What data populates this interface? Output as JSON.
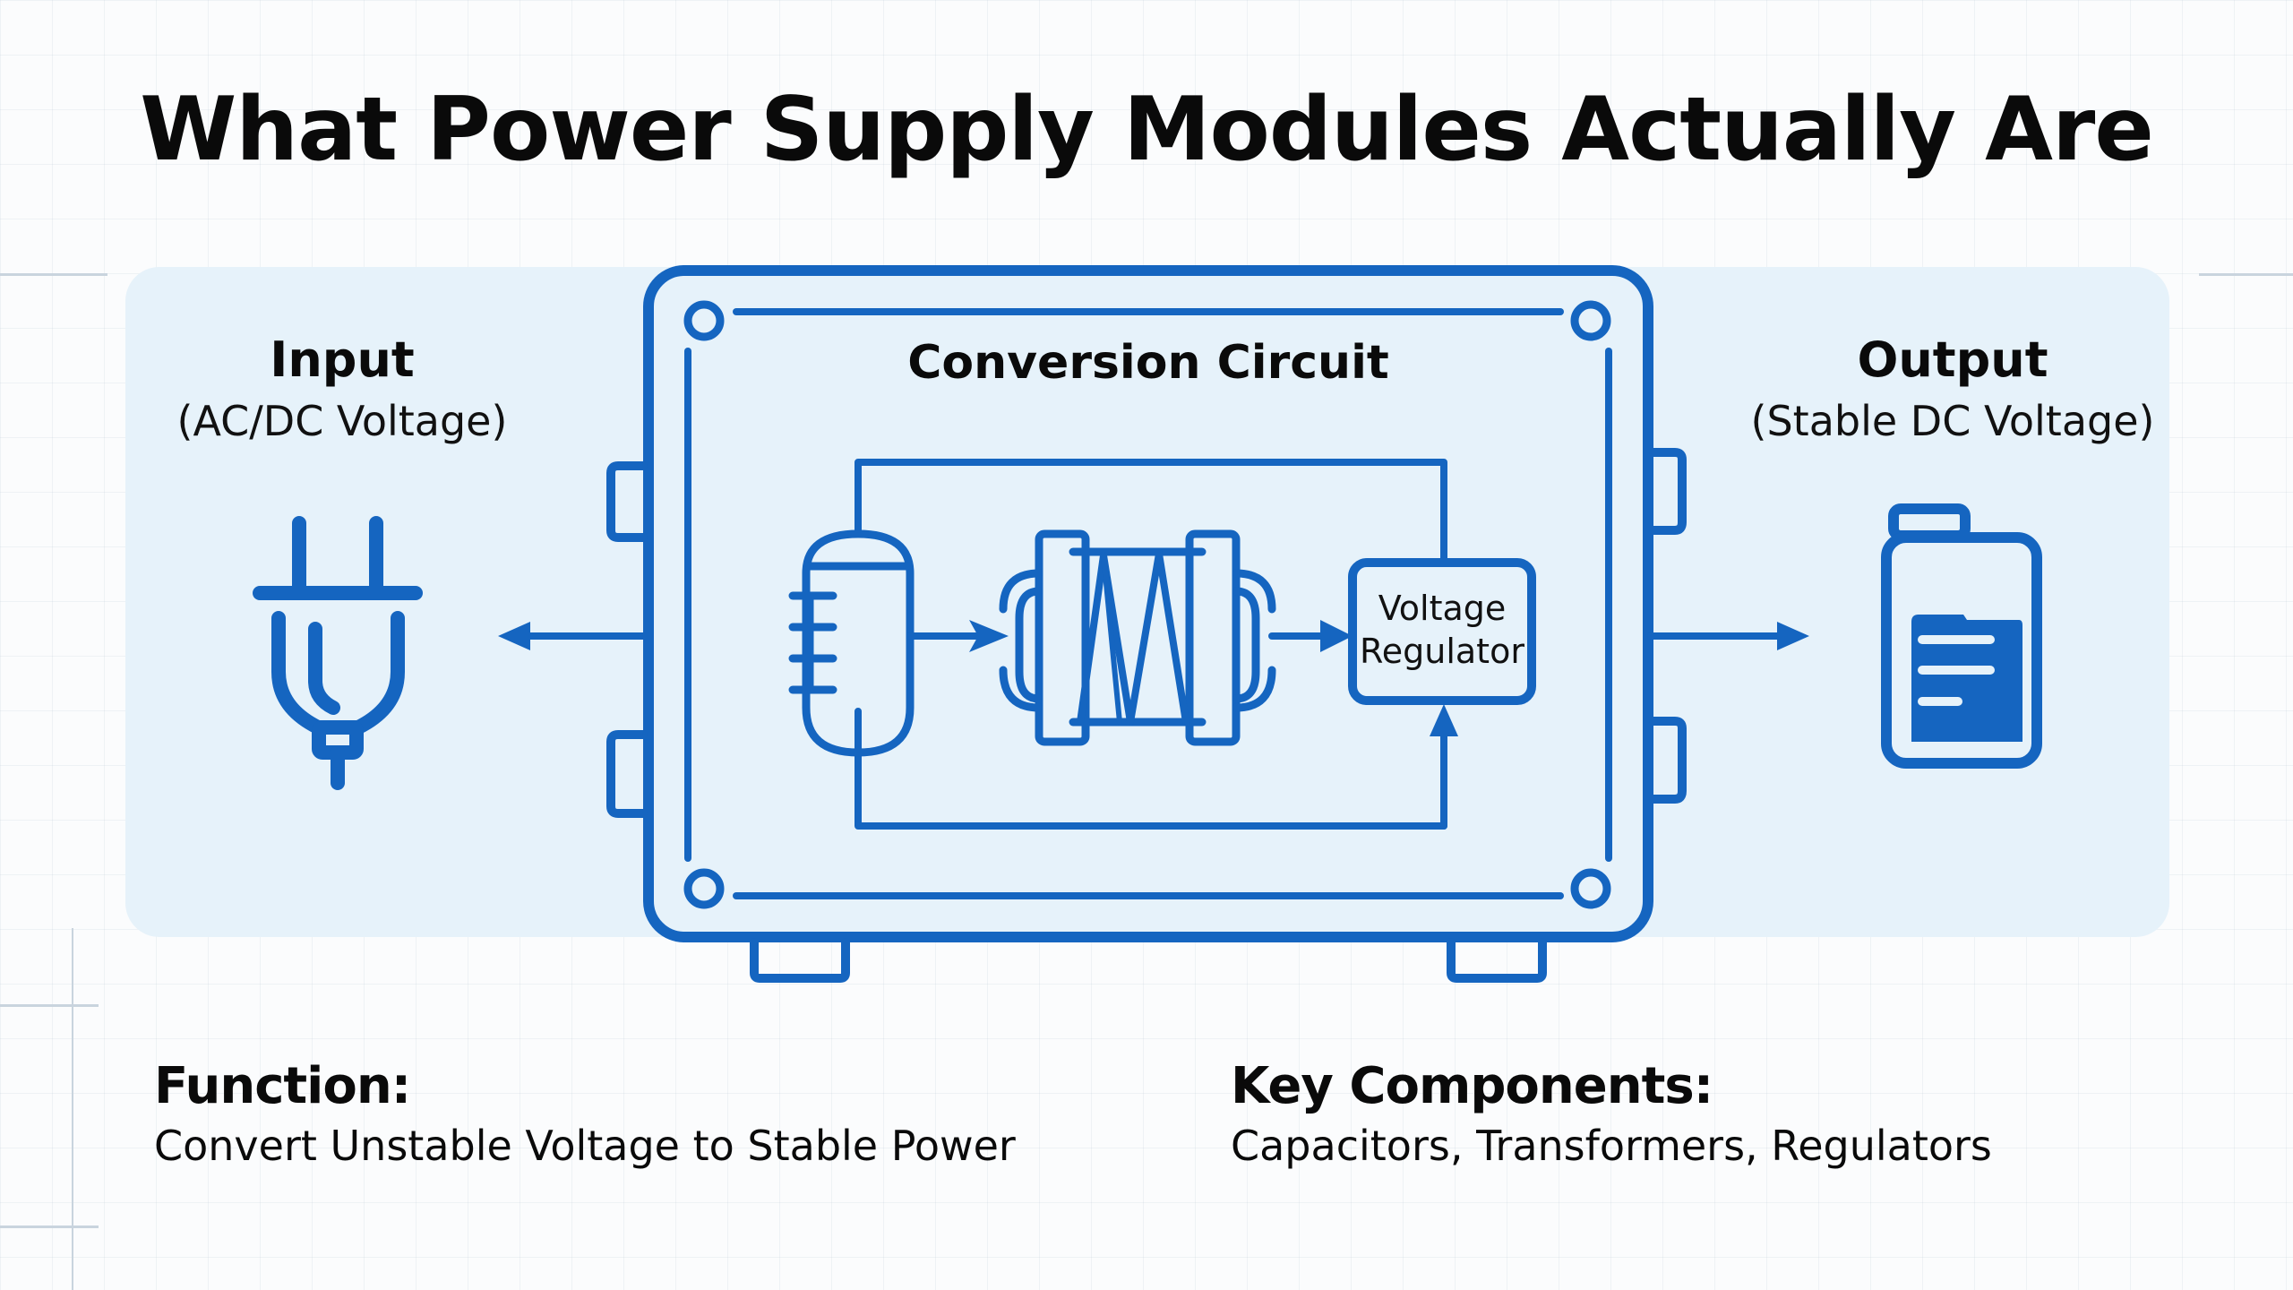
{
  "title": "What Power Supply Modules Actually Are",
  "colors": {
    "accent": "#1565c0",
    "panel": "#e6f2fa",
    "background": "#fbfcfd",
    "text": "#0a0a0a"
  },
  "input": {
    "heading": "Input",
    "subheading": "(AC/DC Voltage)",
    "icon": "plug-icon"
  },
  "module": {
    "heading": "Conversion Circuit",
    "components": [
      {
        "name": "capacitor",
        "icon": "capacitor-icon"
      },
      {
        "name": "transformer",
        "icon": "transformer-icon"
      },
      {
        "name": "regulator",
        "label_line1": "Voltage",
        "label_line2": "Regulator"
      }
    ]
  },
  "output": {
    "heading": "Output",
    "subheading": "(Stable DC Voltage)",
    "icon": "battery-icon"
  },
  "function": {
    "heading": "Function:",
    "body": "Convert Unstable Voltage to Stable Power"
  },
  "key_components": {
    "heading": "Key Components:",
    "body": "Capacitors, Transformers, Regulators"
  }
}
